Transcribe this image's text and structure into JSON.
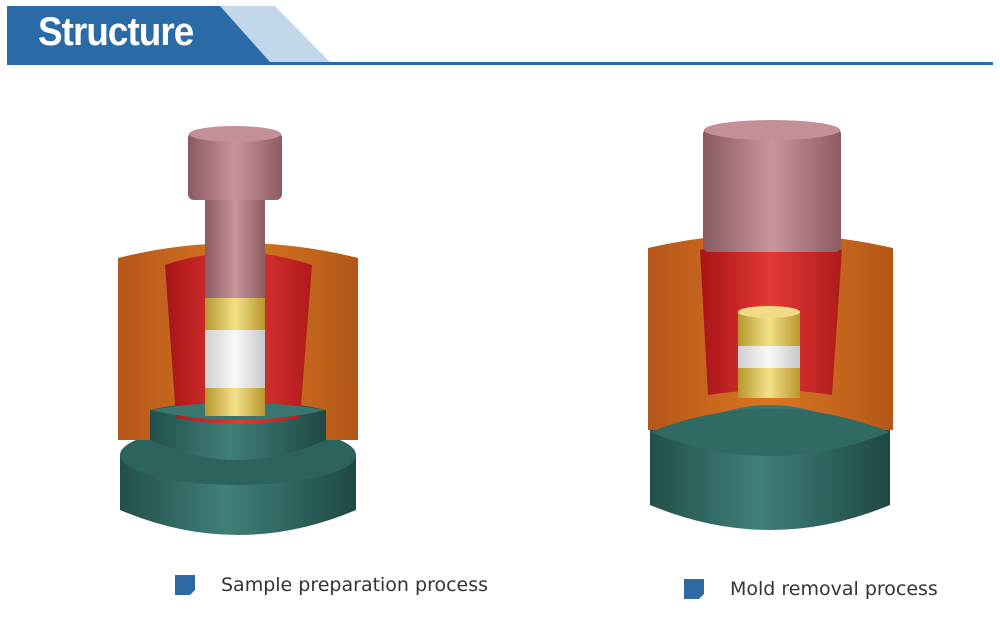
{
  "header": {
    "title": "Structure"
  },
  "figures": [
    {
      "label": "Sample preparation process"
    },
    {
      "label": "Mold removal process"
    }
  ],
  "colors": {
    "accent": "#2a6aa6",
    "body": "#c9661c",
    "sleeve": "#d8282a",
    "base": "#2f6a63",
    "punch": "#b07a80",
    "gold": "#e0c060"
  }
}
